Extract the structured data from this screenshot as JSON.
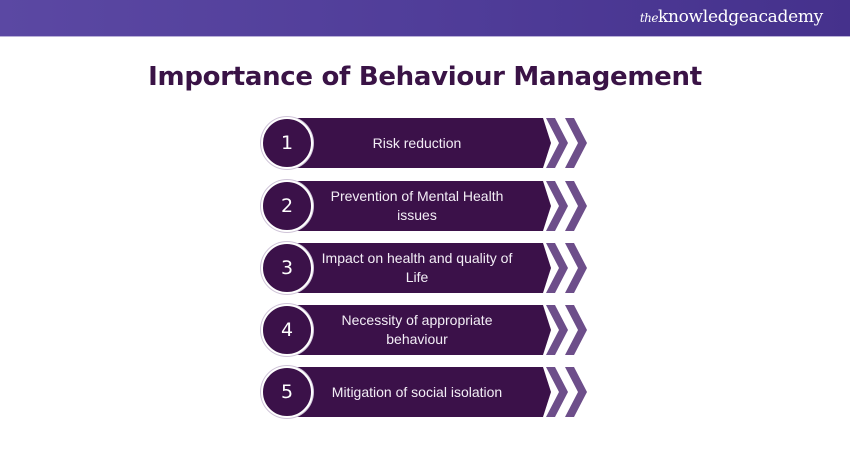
{
  "banner": {
    "logo_prefix": "the",
    "logo_main": "knowledgeacademy",
    "colors": {
      "start": "#5b48a3",
      "end": "#45318c"
    }
  },
  "title": "Importance of Behaviour Management",
  "colors": {
    "title": "#3a1346",
    "bar": "#3b1149",
    "chevron": "#6d4e8a",
    "text": "#ffffff"
  },
  "steps": [
    {
      "number": "1",
      "label": "Risk reduction"
    },
    {
      "number": "2",
      "label": "Prevention of Mental Health issues"
    },
    {
      "number": "3",
      "label": "Impact on health and quality of Life"
    },
    {
      "number": "4",
      "label": "Necessity of appropriate behaviour"
    },
    {
      "number": "5",
      "label": "Mitigation of social isolation"
    }
  ]
}
